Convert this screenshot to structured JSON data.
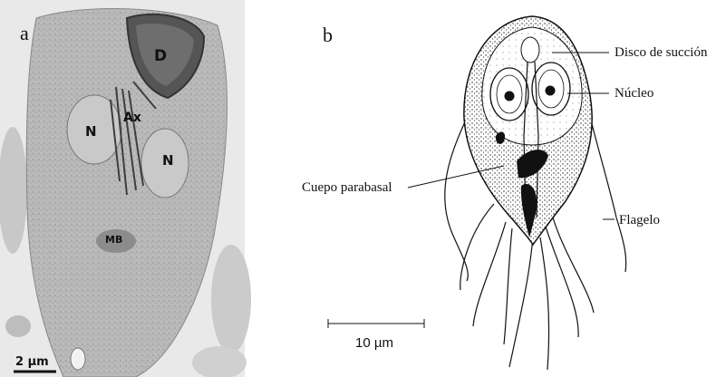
{
  "panel_a": {
    "letter": "a",
    "labels": {
      "D": "D",
      "Ax": "Ax",
      "N1": "N",
      "N2": "N",
      "MB": "MB"
    },
    "scale_bar": "2 µm"
  },
  "panel_b": {
    "letter": "b",
    "labels": {
      "disco": "Disco de succión",
      "nucleo": "Núcleo",
      "cuepo": "Cuepo parabasal",
      "flagelo": "Flagelo"
    },
    "scale_bar": "10 µm"
  }
}
